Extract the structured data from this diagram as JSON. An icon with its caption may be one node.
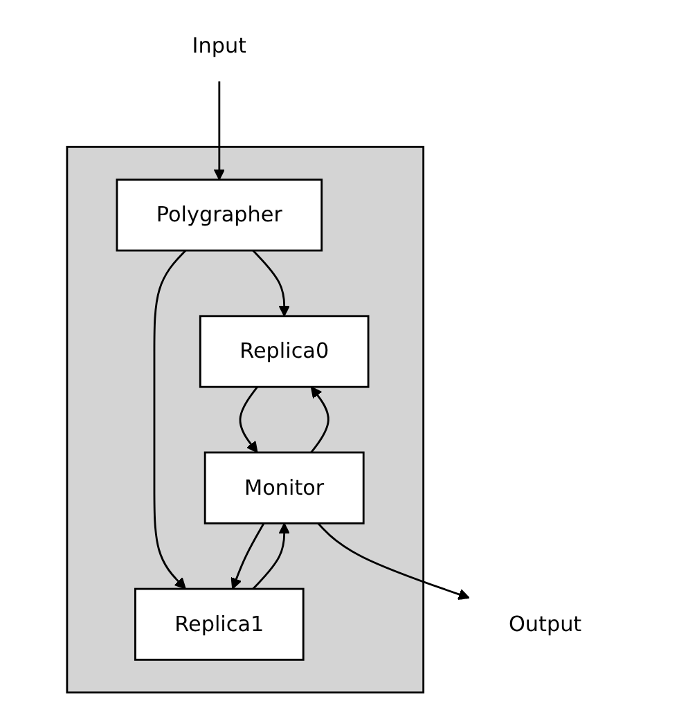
{
  "diagram": {
    "nodes": [
      {
        "text": [
          "Input"
        ]
      },
      {
        "text": [],
        "shape": "box"
      },
      {
        "text": [
          "Polygrapher"
        ],
        "in": 1
      },
      {
        "text": [
          "Replica0"
        ],
        "in": 1
      },
      {
        "text": [
          "Replica1"
        ],
        "in": 1
      },
      {
        "text": [
          "Monitor"
        ],
        "in": 1
      },
      {
        "text": [
          "Output"
        ]
      }
    ],
    "edges": [
      {
        "from": 0,
        "to": 2,
        "arrow": "to"
      },
      {
        "from": 2,
        "to": 3,
        "arrow": "to"
      },
      {
        "from": 2,
        "to": 4,
        "arrow": "to"
      },
      {
        "from": 3,
        "to": 5,
        "arrow": "to"
      },
      {
        "from": 4,
        "to": 5,
        "arrow": "to"
      },
      {
        "from": 5,
        "to": 3,
        "arrow": "to"
      },
      {
        "from": 5,
        "to": 4,
        "arrow": "to"
      },
      {
        "from": 5,
        "to": 6,
        "arrow": "to"
      }
    ]
  }
}
